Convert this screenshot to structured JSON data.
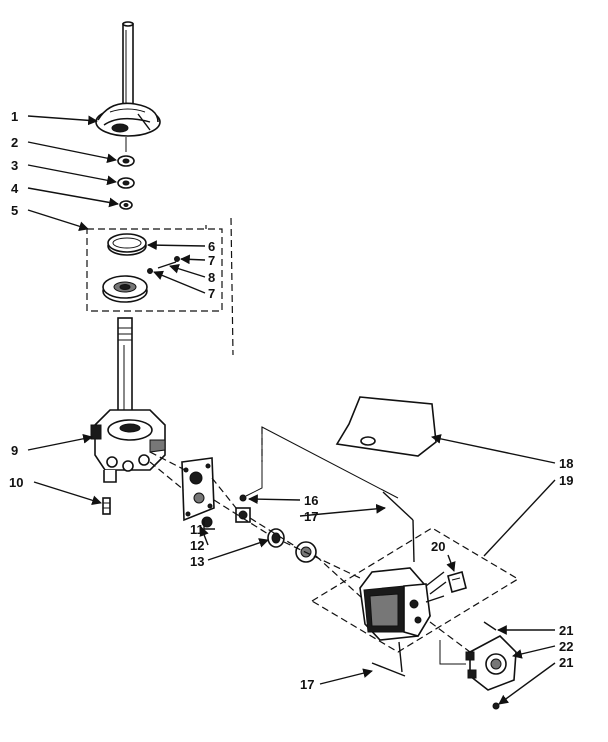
{
  "callouts": {
    "c1": "1",
    "c2": "2",
    "c3": "3",
    "c4": "4",
    "c5": "5",
    "c6": "6",
    "c7a": "7",
    "c8": "8",
    "c7b": "7",
    "c9": "9",
    "c10": "10",
    "c11": "11",
    "c12": "12",
    "c13": "13",
    "c16": "16",
    "c17a": "17",
    "c18": "18",
    "c19": "19",
    "c20": "20",
    "c21a": "21",
    "c22": "22",
    "c21b": "21",
    "c17b": "17"
  }
}
